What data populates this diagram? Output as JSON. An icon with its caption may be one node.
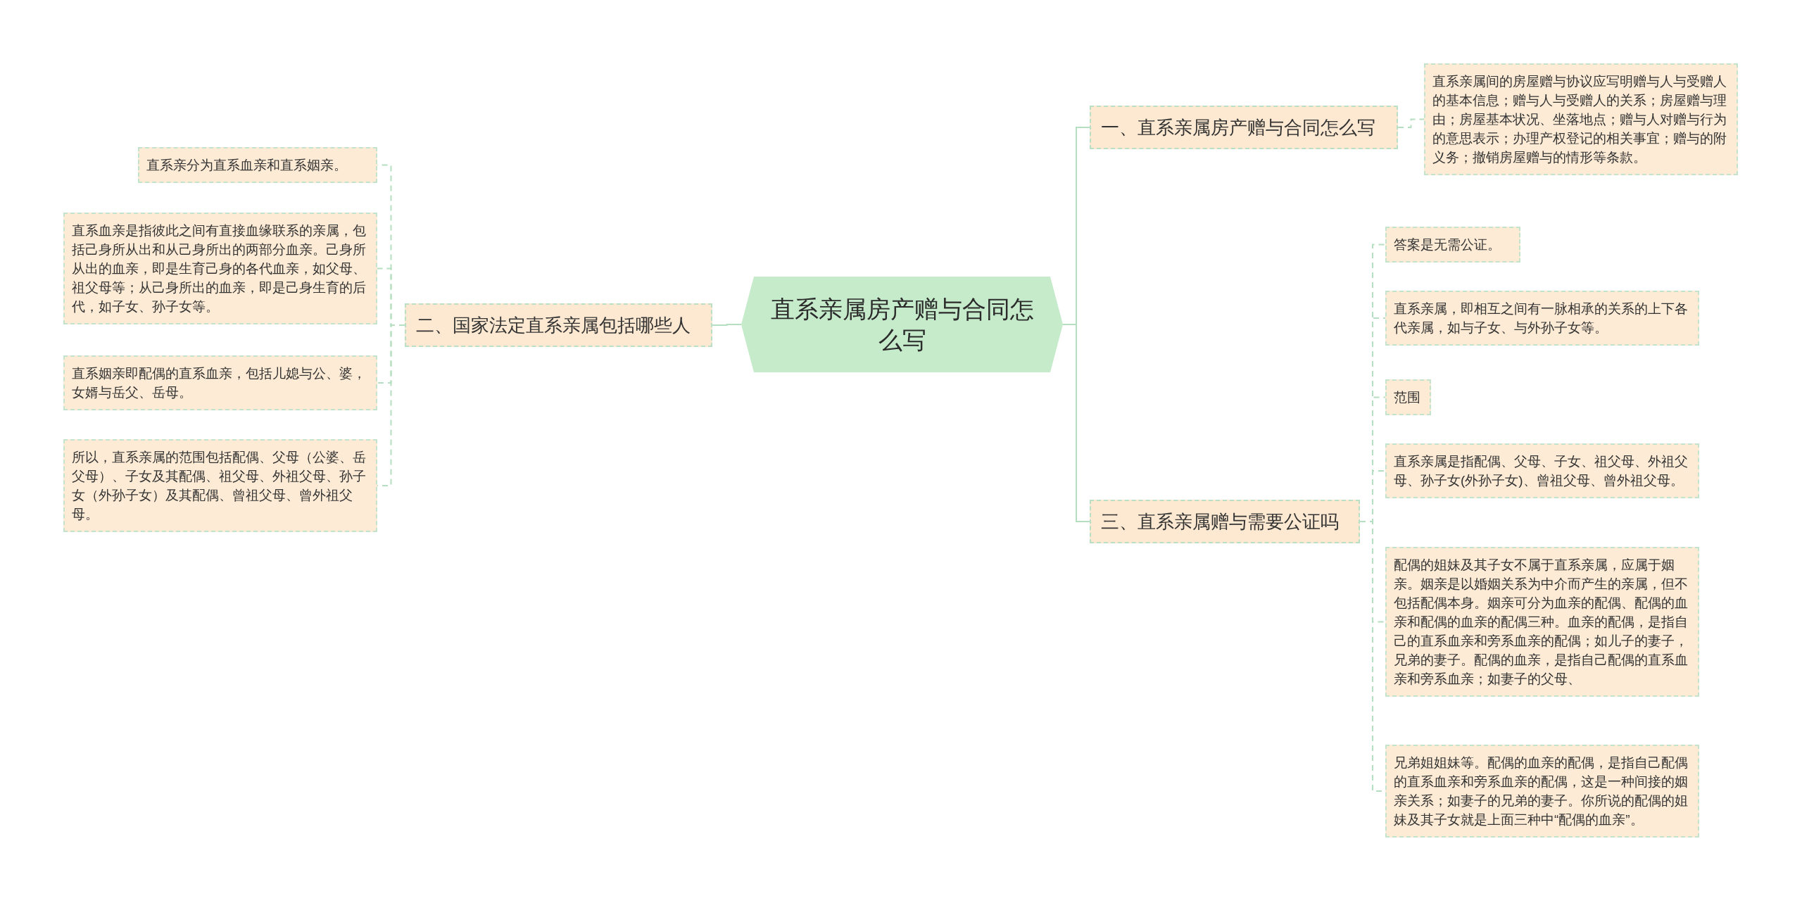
{
  "diagram": {
    "nodes": [
      {
        "text": [
          "直系亲属房产赠与合同怎么写"
        ]
      },
      {
        "text": [
          "一、直系亲属房产赠与合同怎么写"
        ]
      },
      {
        "text": [
          "直系亲属间的房屋赠与协议应写明赠与人与受赠人的基本信息；赠与人与受赠人的关系；房屋赠与理由；房屋基本状况、坐落地点；赠与人对赠与行为的意思表示；办理产权登记的相关事宜；赠与的附义务；撤销房屋赠与的情形等条款。"
        ]
      },
      {
        "text": [
          "二、国家法定直系亲属包括哪些人"
        ]
      },
      {
        "text": [
          "直系亲分为直系血亲和直系姻亲。"
        ]
      },
      {
        "text": [
          "直系血亲是指彼此之间有直接血缘联系的亲属，包括己身所从出和从己身所出的两部分血亲。己身所从出的血亲，即是生育己身的各代血亲，如父母、祖父母等；从己身所出的血亲，即是己身生育的后代，如子女、孙子女等。"
        ]
      },
      {
        "text": [
          "直系姻亲即配偶的直系血亲，包括儿媳与公、婆，女婿与岳父、岳母。"
        ]
      },
      {
        "text": [
          "所以，直系亲属的范围包括配偶、父母（公婆、岳父母）、子女及其配偶、祖父母、外祖父母、孙子女（外孙子女）及其配偶、曾祖父母、曾外祖父母。"
        ]
      },
      {
        "text": [
          "三、直系亲属赠与需要公证吗"
        ]
      },
      {
        "text": [
          "答案是无需公证。"
        ]
      },
      {
        "text": [
          "直系亲属，即相互之间有一脉相承的关系的上下各代亲属，如与子女、与外孙子女等。"
        ]
      },
      {
        "text": [
          "范围"
        ]
      },
      {
        "text": [
          "直系亲属是指配偶、父母、子女、祖父母、外祖父母、孙子女(外孙子女)、曾祖父母、曾外祖父母。"
        ]
      },
      {
        "text": [
          "配偶的姐妹及其子女不属于直系亲属，应属于姻亲。姻亲是以婚姻关系为中介而产生的亲属，但不包括配偶本身。姻亲可分为血亲的配偶、配偶的血亲和配偶的血亲的配偶三种。血亲的配偶，是指自己的直系血亲和旁系血亲的配偶；如儿子的妻子，兄弟的妻子。配偶的血亲，是指自己配偶的直系血亲和旁系血亲；如妻子的父母、"
        ]
      },
      {
        "text": [
          "兄弟姐姐妹等。配偶的血亲的配偶，是指自己配偶的直系血亲和旁系血亲的配偶，这是一种间接的姻亲关系；如妻子的兄弟的妻子。你所说的配偶的姐妹及其子女就是上面三种中“配偶的血亲”。"
        ]
      }
    ],
    "edges": [
      {
        "from": 0,
        "to": 1,
        "arrow": "none"
      },
      {
        "from": 1,
        "to": 2,
        "arrow": "none",
        "style": "dashed"
      },
      {
        "from": 0,
        "to": 3,
        "arrow": "none"
      },
      {
        "from": 3,
        "to": 4,
        "arrow": "none",
        "style": "dashed"
      },
      {
        "from": 3,
        "to": 5,
        "arrow": "none",
        "style": "dashed"
      },
      {
        "from": 3,
        "to": 6,
        "arrow": "none",
        "style": "dashed"
      },
      {
        "from": 3,
        "to": 7,
        "arrow": "none",
        "style": "dashed"
      },
      {
        "from": 0,
        "to": 8,
        "arrow": "none"
      },
      {
        "from": 8,
        "to": 9,
        "arrow": "none",
        "style": "dashed"
      },
      {
        "from": 8,
        "to": 10,
        "arrow": "none",
        "style": "dashed"
      },
      {
        "from": 8,
        "to": 11,
        "arrow": "none",
        "style": "dashed"
      },
      {
        "from": 8,
        "to": 12,
        "arrow": "none",
        "style": "dashed"
      },
      {
        "from": 8,
        "to": 13,
        "arrow": "none",
        "style": "dashed"
      },
      {
        "from": 8,
        "to": 14,
        "arrow": "none",
        "style": "dashed"
      }
    ]
  }
}
